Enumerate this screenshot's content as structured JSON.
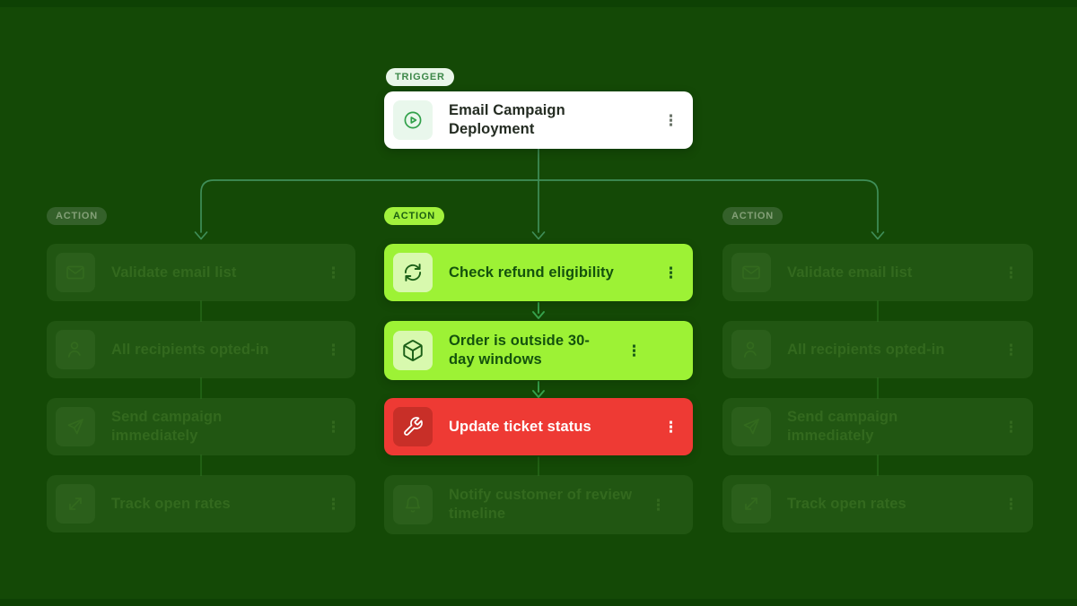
{
  "colors": {
    "background": "#144906",
    "lime_accent": "#9df235",
    "red_accent": "#ee3a34",
    "card_white": "#ffffff",
    "connector_green": "#3f8e58",
    "connector_bright_green": "#37a34d"
  },
  "icons": {
    "kebab": "⋮"
  },
  "trigger": {
    "badge": "TRIGGER",
    "title": "Email Campaign Deployment",
    "icon": "play-circle-icon"
  },
  "columns": {
    "left": {
      "badge": "ACTION",
      "state": "dimmed",
      "nodes": [
        {
          "title": "Validate email list",
          "icon": "mail-icon"
        },
        {
          "title": "All recipients opted-in",
          "icon": "user-icon"
        },
        {
          "title": "Send campaign immediately",
          "icon": "send-icon"
        },
        {
          "title": "Track open rates",
          "icon": "expand-diagonal-icon"
        }
      ]
    },
    "center": {
      "badge": "ACTION",
      "state": "active",
      "nodes": [
        {
          "title": "Check refund eligibility",
          "icon": "sync-icon",
          "variant": "lime"
        },
        {
          "title": "Order is outside 30-day windows",
          "icon": "package-box-icon",
          "variant": "lime"
        },
        {
          "title": "Update ticket status",
          "icon": "wrench-icon",
          "variant": "red"
        },
        {
          "title": "Notify customer of review timeline",
          "icon": "bell-icon",
          "variant": "dimmed"
        }
      ]
    },
    "right": {
      "badge": "ACTION",
      "state": "dimmed",
      "nodes": [
        {
          "title": "Validate email list",
          "icon": "mail-icon"
        },
        {
          "title": "All recipients opted-in",
          "icon": "user-icon"
        },
        {
          "title": "Send campaign immediately",
          "icon": "send-icon"
        },
        {
          "title": "Track open rates",
          "icon": "expand-diagonal-icon"
        }
      ]
    }
  }
}
